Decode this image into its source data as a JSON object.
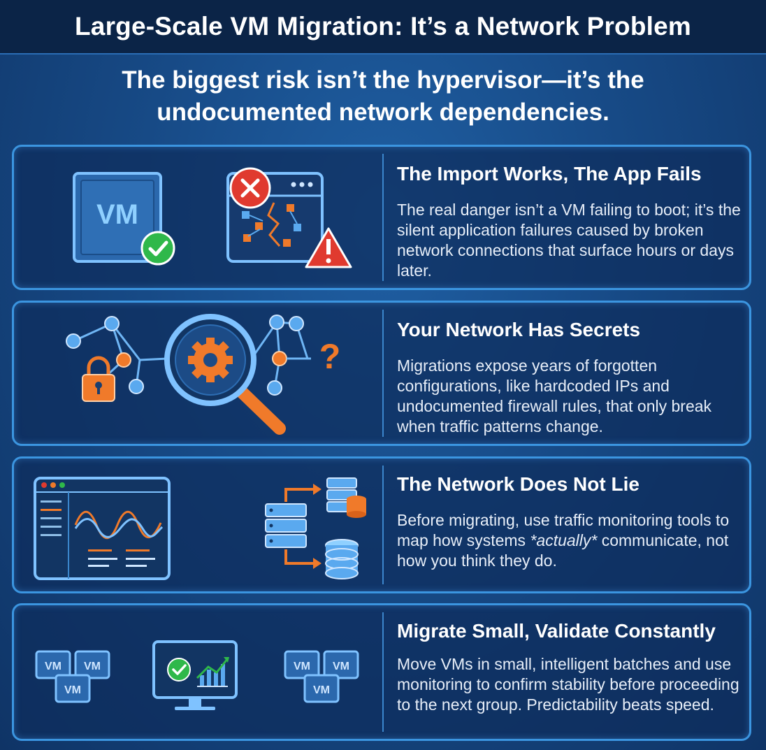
{
  "title": "Large-Scale VM Migration: It’s a Network Problem",
  "subtitle": {
    "line1": "The biggest risk isn’t the hypervisor—it’s the",
    "line2": "undocumented network dependencies."
  },
  "panels": [
    {
      "heading": "The Import Works, The App Fails",
      "body": "The real danger isn’t a VM failing to boot; it’s the silent application failures caused by broken network connections that surface hours or days later.",
      "icon_labels": {
        "vm": "VM"
      }
    },
    {
      "heading": "Your Network Has Secrets",
      "body": "Migrations expose years of forgotten configurations, like hardcoded IPs and undocumented firewall rules, that only break when traffic patterns change."
    },
    {
      "heading": "The Network Does Not Lie",
      "body_pre": "Before migrating, use traffic monitoring tools to map how systems ",
      "body_em": "*actually*",
      "body_post": " communicate, not how you think they do."
    },
    {
      "heading": "Migrate Small, Validate Constantly",
      "body": "Move VMs in small, intelligent batches and use monitoring to confirm stability before proceeding to the next group. Predictability beats speed.",
      "icon_labels": {
        "vm": "VM"
      }
    }
  ],
  "colors": {
    "accent_blue": "#3b95e0",
    "orange": "#f07a2a",
    "red": "#e03a2f",
    "green": "#2fb84a",
    "dark_panel": "#0e2d5c"
  }
}
